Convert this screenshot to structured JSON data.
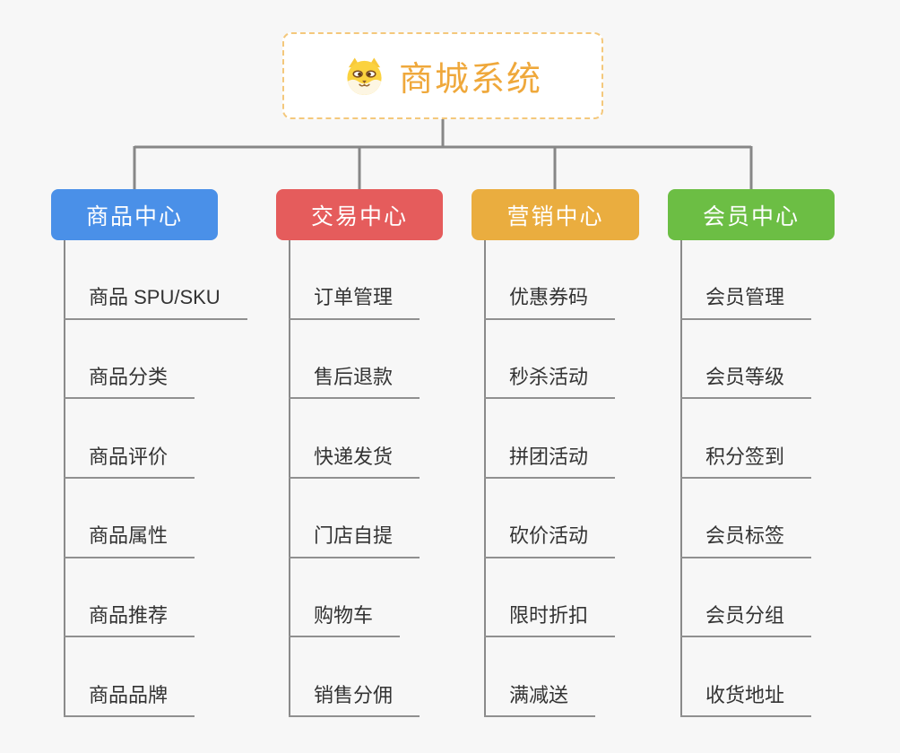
{
  "colors": {
    "background": "#f7f7f7",
    "connector": "#878787",
    "child_text": "#333333",
    "child_line": "#909090"
  },
  "root": {
    "title": "商城系统",
    "title_color": "#efa83b",
    "border_color": "#f4c87c",
    "icon": "dog-face-icon"
  },
  "branches": [
    {
      "label": "商品中心",
      "color": "#4a90e8",
      "children": [
        "商品 SPU/SKU",
        "商品分类",
        "商品评价",
        "商品属性",
        "商品推荐",
        "商品品牌"
      ]
    },
    {
      "label": "交易中心",
      "color": "#e55c5c",
      "children": [
        "订单管理",
        "售后退款",
        "快递发货",
        "门店自提",
        "购物车",
        "销售分佣"
      ]
    },
    {
      "label": "营销中心",
      "color": "#eaad3f",
      "children": [
        "优惠券码",
        "秒杀活动",
        "拼团活动",
        "砍价活动",
        "限时折扣",
        "满减送"
      ]
    },
    {
      "label": "会员中心",
      "color": "#6cbe44",
      "children": [
        "会员管理",
        "会员等级",
        "积分签到",
        "会员标签",
        "会员分组",
        "收货地址"
      ]
    }
  ]
}
